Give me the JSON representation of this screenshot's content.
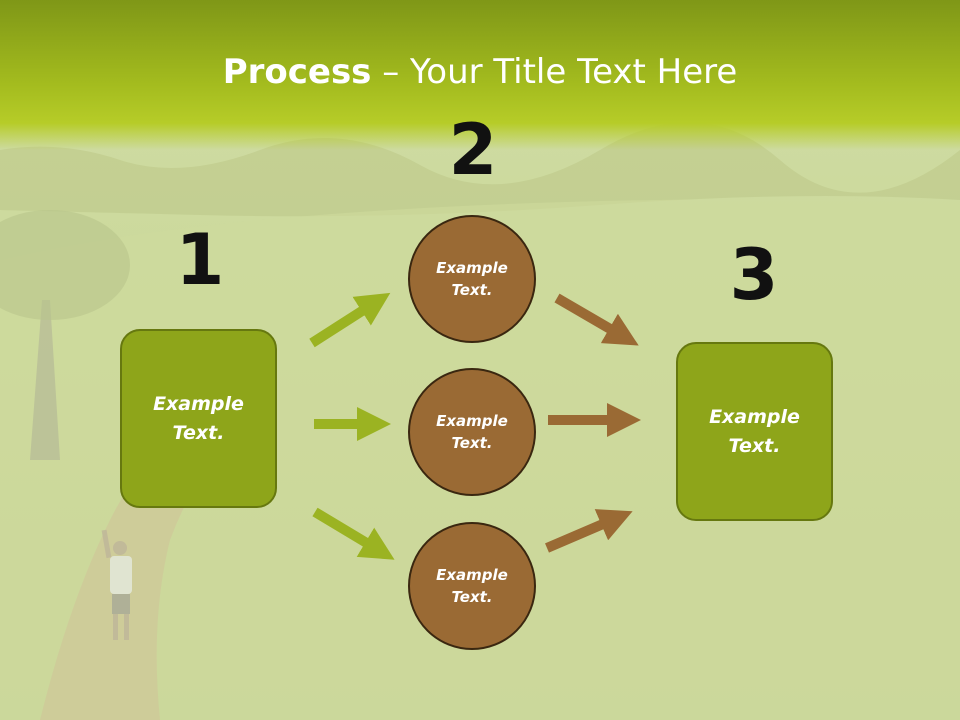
{
  "slide": {
    "title_bold": "Process",
    "title_rest": " – Your Title Text Here"
  },
  "steps": [
    {
      "number": "1",
      "box_text": "Example\nText."
    },
    {
      "number": "2"
    },
    {
      "number": "3",
      "box_text": "Example\nText."
    }
  ],
  "circles": [
    {
      "text": "Example\nText."
    },
    {
      "text": "Example\nText."
    },
    {
      "text": "Example\nText."
    }
  ],
  "colors": {
    "header": "#a3bb1e",
    "box_fill": "#8ea51a",
    "circle_fill": "#9a6a34",
    "arrow_green": "#9bb322",
    "arrow_brown": "#9a6a34",
    "number_text": "#111111"
  }
}
